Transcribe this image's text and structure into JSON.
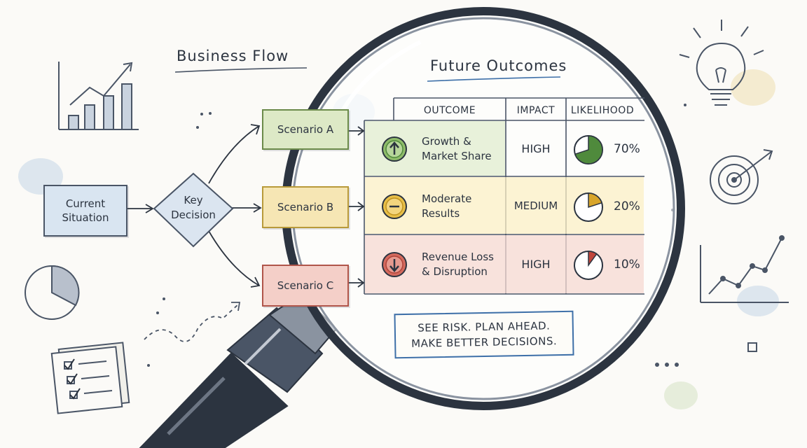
{
  "flow": {
    "title": "Business Flow",
    "current": "Current\nSituation",
    "decision": "Key\nDecision",
    "scenarios": [
      {
        "label": "Scenario A",
        "color": "#dde9c6",
        "border": "#6b8a4a"
      },
      {
        "label": "Scenario B",
        "color": "#f6e6b4",
        "border": "#b89a3a"
      },
      {
        "label": "Scenario C",
        "color": "#f4cfc8",
        "border": "#b0554a"
      }
    ]
  },
  "outcomes": {
    "title": "Future Outcomes",
    "headers": {
      "outcome": "Outcome",
      "impact": "Impact",
      "likelihood": "Likelihood"
    },
    "rows": [
      {
        "outcome": "Growth &\nMarket Share",
        "impact": "HIGH",
        "likelihood": "70%",
        "fraction": 0.7,
        "icon": "arrow-up-icon",
        "color": "#4f8a3c",
        "bg": "#e4efd4"
      },
      {
        "outcome": "Moderate\nResults",
        "impact": "MEDIUM",
        "likelihood": "20%",
        "fraction": 0.2,
        "icon": "minus-icon",
        "color": "#d8a52a",
        "bg": "#fbefc6"
      },
      {
        "outcome": "Revenue Loss\n& Disruption",
        "impact": "HIGH",
        "likelihood": "10%",
        "fraction": 0.1,
        "icon": "arrow-down-icon",
        "color": "#c0463c",
        "bg": "#f6d8d2"
      }
    ]
  },
  "banner": {
    "line1": "See Risk. Plan Ahead.",
    "line2": "Make Better Decisions."
  }
}
